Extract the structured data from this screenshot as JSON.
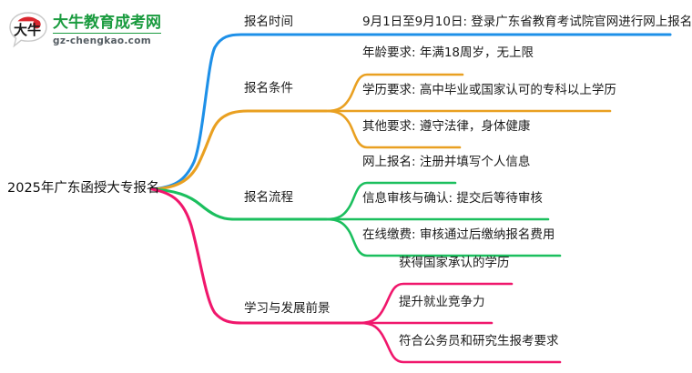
{
  "logo": {
    "mark_alt": "niu-speech-bubble-logo",
    "title": "大牛教育成考网",
    "domain": "gz-chengkao.com",
    "green": "#1a9b3f",
    "red": "#cf2027"
  },
  "mindmap": {
    "root": {
      "label": "2025年广东函授大专报名"
    },
    "branches": [
      {
        "label": "报名时间",
        "color": "#1E90E8",
        "children": [
          {
            "label": "9月1日至9月10日: 登录广东省教育考试院官网进行网上报名"
          }
        ]
      },
      {
        "label": "报名条件",
        "color": "#E9A021",
        "children": [
          {
            "label": "年龄要求: 年满18周岁，无上限"
          },
          {
            "label": "学历要求: 高中毕业或国家认可的专科以上学历"
          },
          {
            "label": "其他要求: 遵守法律，身体健康"
          }
        ]
      },
      {
        "label": "报名流程",
        "color": "#1BBF5E",
        "children": [
          {
            "label": "网上报名: 注册并填写个人信息"
          },
          {
            "label": "信息审核与确认: 提交后等待审核"
          },
          {
            "label": "在线缴费: 审核通过后缴纳报名费用"
          }
        ]
      },
      {
        "label": "学习与发展前景",
        "color": "#F0176C",
        "children": [
          {
            "label": "获得国家承认的学历"
          },
          {
            "label": "提升就业竞争力"
          },
          {
            "label": "符合公务员和研究生报考要求"
          }
        ]
      }
    ]
  }
}
